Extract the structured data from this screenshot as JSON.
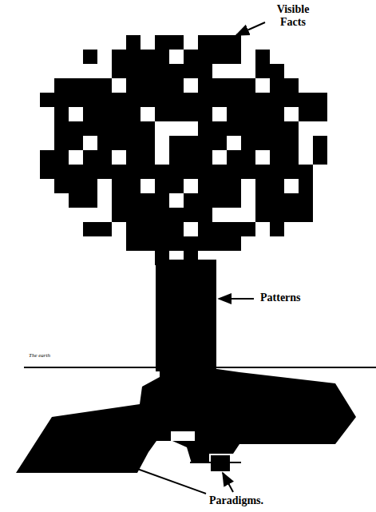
{
  "diagram": {
    "labels": [
      "Visible Facts",
      "Patterns",
      "The earth",
      "Paradigms."
    ]
  }
}
